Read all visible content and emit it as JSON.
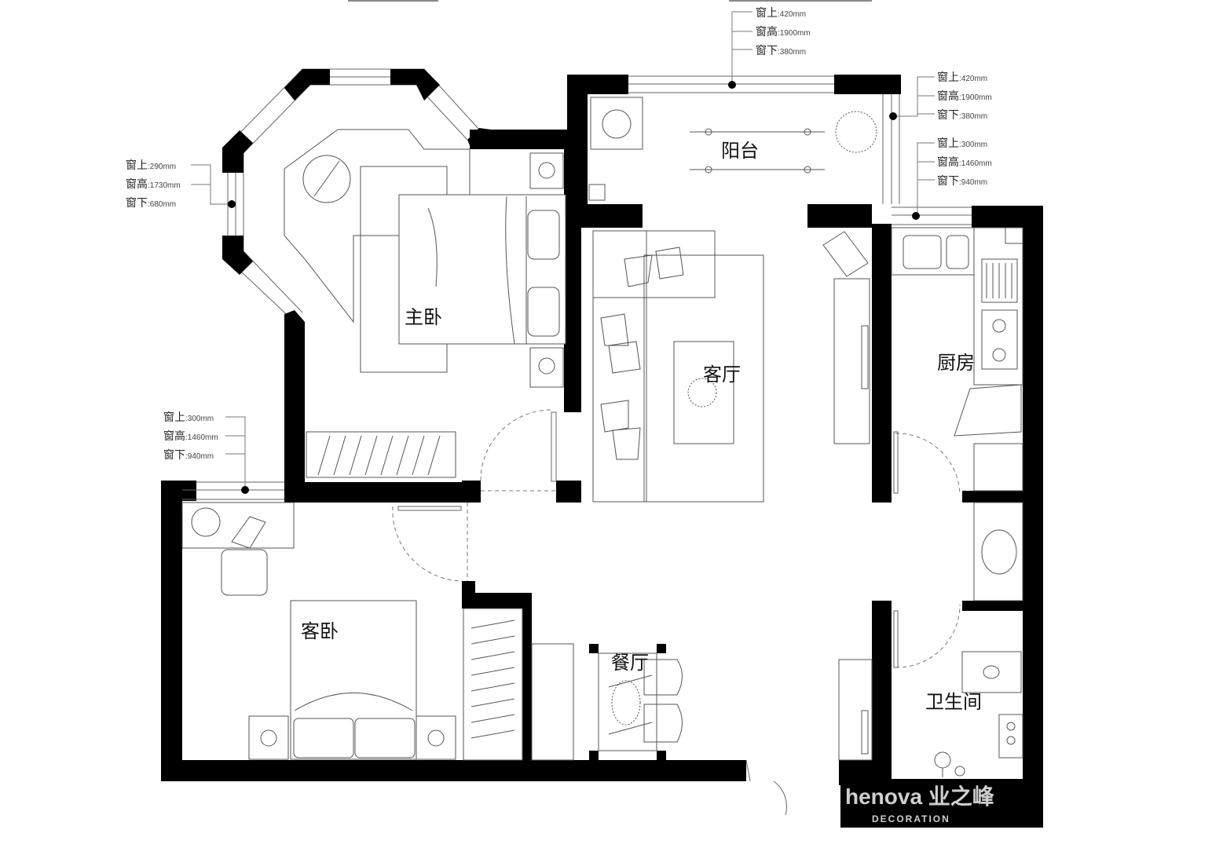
{
  "rooms": {
    "master_bedroom": "主卧",
    "balcony": "阳台",
    "living_room": "客厅",
    "kitchen": "厨房",
    "guest_bedroom": "客卧",
    "dining_room": "餐厅",
    "bathroom": "卫生间"
  },
  "window_annotations": [
    {
      "id": "balcony-top",
      "lines": [
        {
          "label": "窗上",
          "value": ":420mm"
        },
        {
          "label": "窗高",
          "value": ":1900mm"
        },
        {
          "label": "窗下",
          "value": ":380mm"
        }
      ]
    },
    {
      "id": "balcony-right",
      "lines": [
        {
          "label": "窗上",
          "value": ":420mm"
        },
        {
          "label": "窗高",
          "value": ":1900mm"
        },
        {
          "label": "窗下",
          "value": ":380mm"
        }
      ]
    },
    {
      "id": "kitchen",
      "lines": [
        {
          "label": "窗上",
          "value": ":300mm"
        },
        {
          "label": "窗高",
          "value": ":1460mm"
        },
        {
          "label": "窗下",
          "value": ":940mm"
        }
      ]
    },
    {
      "id": "master-bay",
      "lines": [
        {
          "label": "窗上",
          "value": ":290mm"
        },
        {
          "label": "窗高",
          "value": ":1730mm"
        },
        {
          "label": "窗下",
          "value": ":680mm"
        }
      ]
    },
    {
      "id": "guest",
      "lines": [
        {
          "label": "窗上",
          "value": ":300mm"
        },
        {
          "label": "窗高",
          "value": ":1460mm"
        },
        {
          "label": "窗下",
          "value": ":940mm"
        }
      ]
    }
  ],
  "watermark": {
    "brand": "henova 业之峰",
    "sub": "DECORATION"
  },
  "colors": {
    "wall": "#000000",
    "line": "#555555",
    "background": "#ffffff"
  }
}
